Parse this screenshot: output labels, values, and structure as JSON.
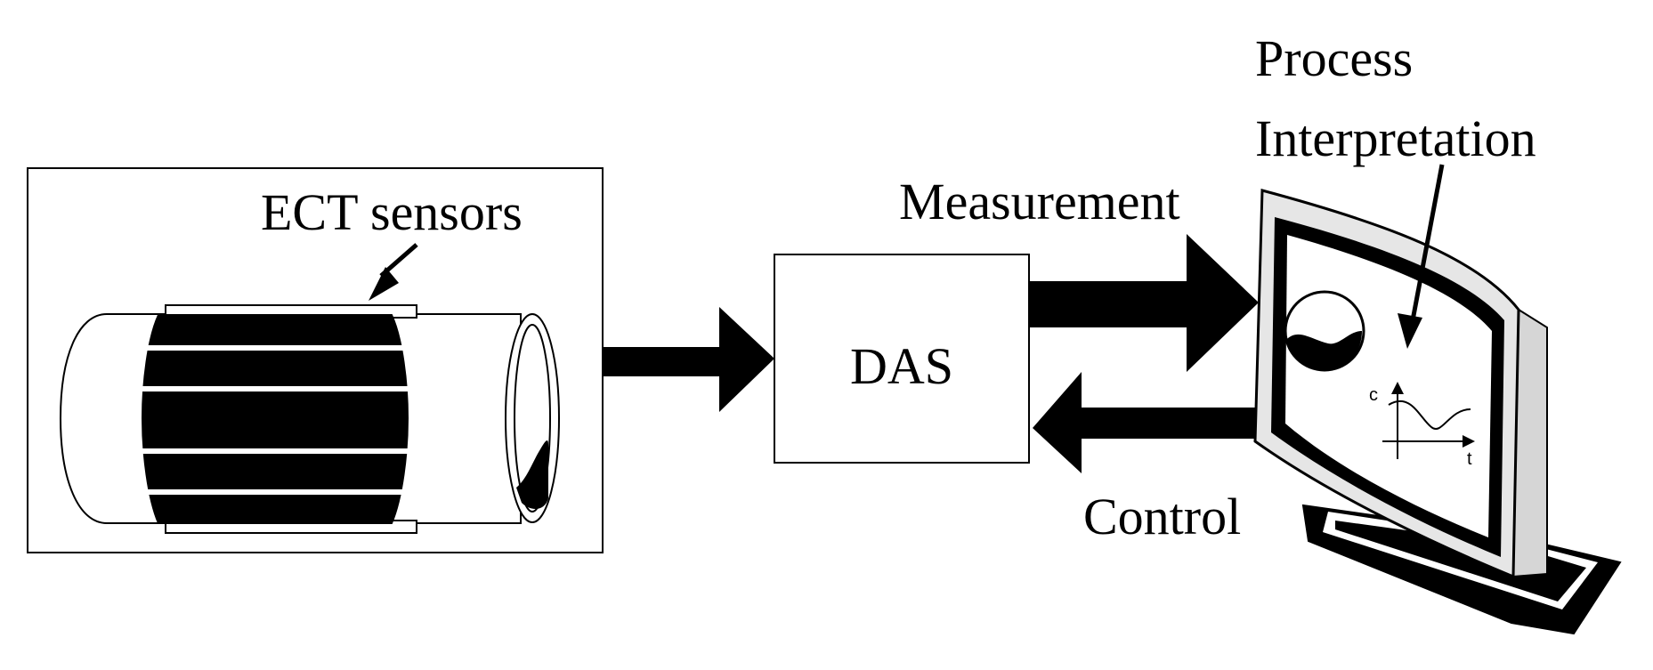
{
  "labels": {
    "ect_sensors": "ECT sensors",
    "das": "DAS",
    "measurement": "Measurement",
    "control": "Control",
    "process_line1": "Process",
    "process_line2": "Interpretation"
  },
  "plot_axes": {
    "y": "c",
    "x": "t"
  },
  "colors": {
    "ink": "#000000",
    "paper": "#ffffff",
    "monitor_side": "#d6d6d6",
    "monitor_frame": "#e6e6e6"
  }
}
